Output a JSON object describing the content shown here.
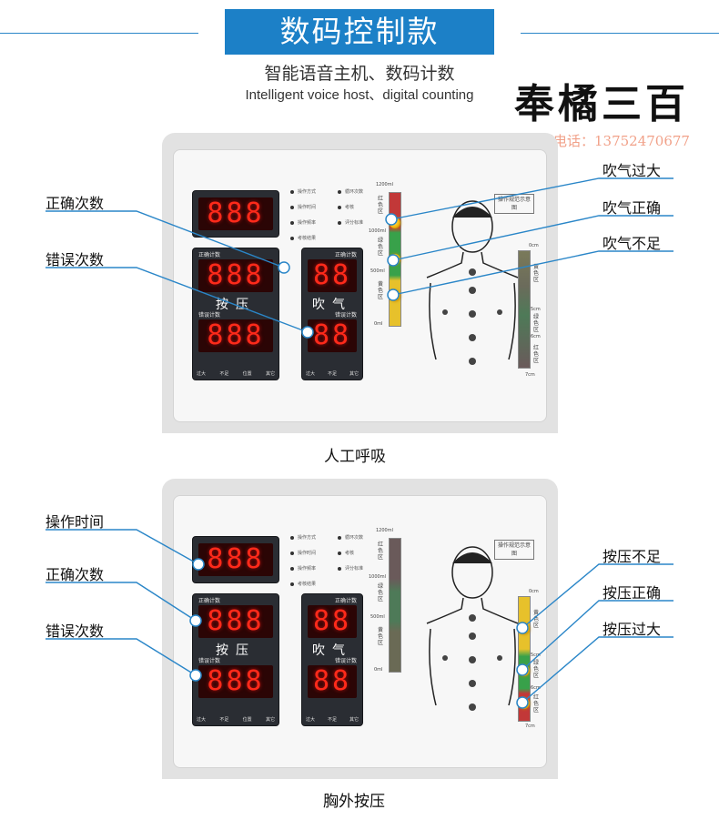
{
  "header": {
    "banner": "数码控制款",
    "subtitle_cn": "智能语音主机、数码计数",
    "subtitle_en": "Intelligent voice host、digital counting",
    "brand": "奉橘三百",
    "phone": "客服电话：13752470677"
  },
  "top_section": {
    "caption": "人工呼吸",
    "callouts_left": [
      "正确次数",
      "错误次数"
    ],
    "callouts_right": [
      "吹气过大",
      "吹气正确",
      "吹气不足"
    ]
  },
  "bottom_section": {
    "caption": "胸外按压",
    "callouts_left": [
      "操作时间",
      "正确次数",
      "错误次数"
    ],
    "callouts_right": [
      "按压不足",
      "按压正确",
      "按压过大"
    ]
  },
  "panel": {
    "lcd_digits": "888",
    "lcd_digits_small": "88",
    "press_label": "按压",
    "blow_label": "吹气",
    "correct_count_cap": "正确计数",
    "wrong_count_cap": "错误计数",
    "foot_press": [
      "过大",
      "不足",
      "位置",
      "其它"
    ],
    "foot_blow": [
      "过大",
      "不足",
      "其它"
    ],
    "indicators": [
      "操作方式",
      "操作时间",
      "操作频率",
      "考核结果",
      "循环次数",
      "考核",
      "评分标准"
    ],
    "volume_bar": {
      "top": "1200ml",
      "mid": "1000ml",
      "low": "500ml",
      "bottom": "0ml",
      "red": "红色区",
      "green": "绿色区",
      "yellow": "黄色区"
    },
    "depth_bar": {
      "top": "0cm",
      "mid1": "5cm",
      "mid2": "6cm",
      "bottom": "7cm",
      "yellow": "黄色区",
      "green": "绿色区",
      "red": "红色区"
    },
    "diagram_label": "操作规范示意图"
  },
  "colors": {
    "accent": "#1c80c7",
    "lcd_red": "#ff2a1a",
    "led": "#f5b80a"
  }
}
